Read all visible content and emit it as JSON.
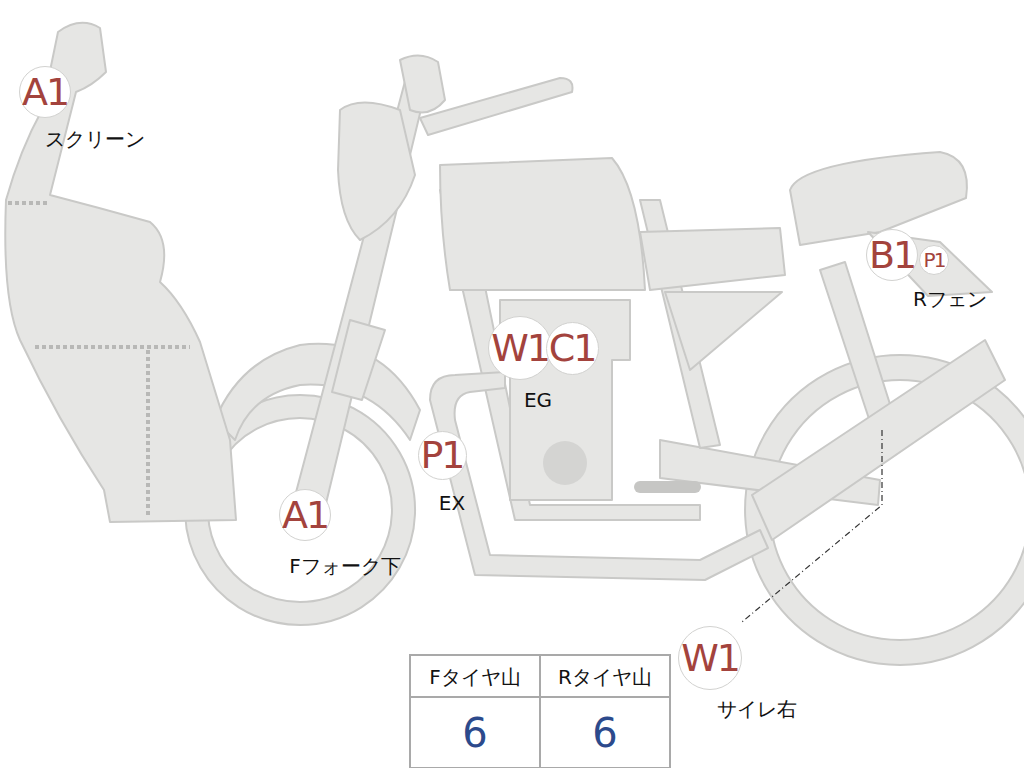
{
  "diagram": {
    "nodes": [
      {
        "text": [
          "A1",
          "スクリーン"
        ]
      },
      {
        "text": [
          "B1"
        ]
      },
      {
        "text": [
          "P1",
          "Rフェン"
        ]
      },
      {
        "text": [
          "W1"
        ]
      },
      {
        "text": [
          "C1"
        ]
      },
      {
        "text": [
          "P1",
          "EX"
        ]
      },
      {
        "text": [
          "A1",
          "Fフォーク下"
        ]
      },
      {
        "text": [
          "W1",
          "サイレ右"
        ]
      }
    ],
    "labels": [
      "EG",
      "Fタイヤ山",
      "Rタイヤ山",
      "6",
      "6"
    ]
  }
}
